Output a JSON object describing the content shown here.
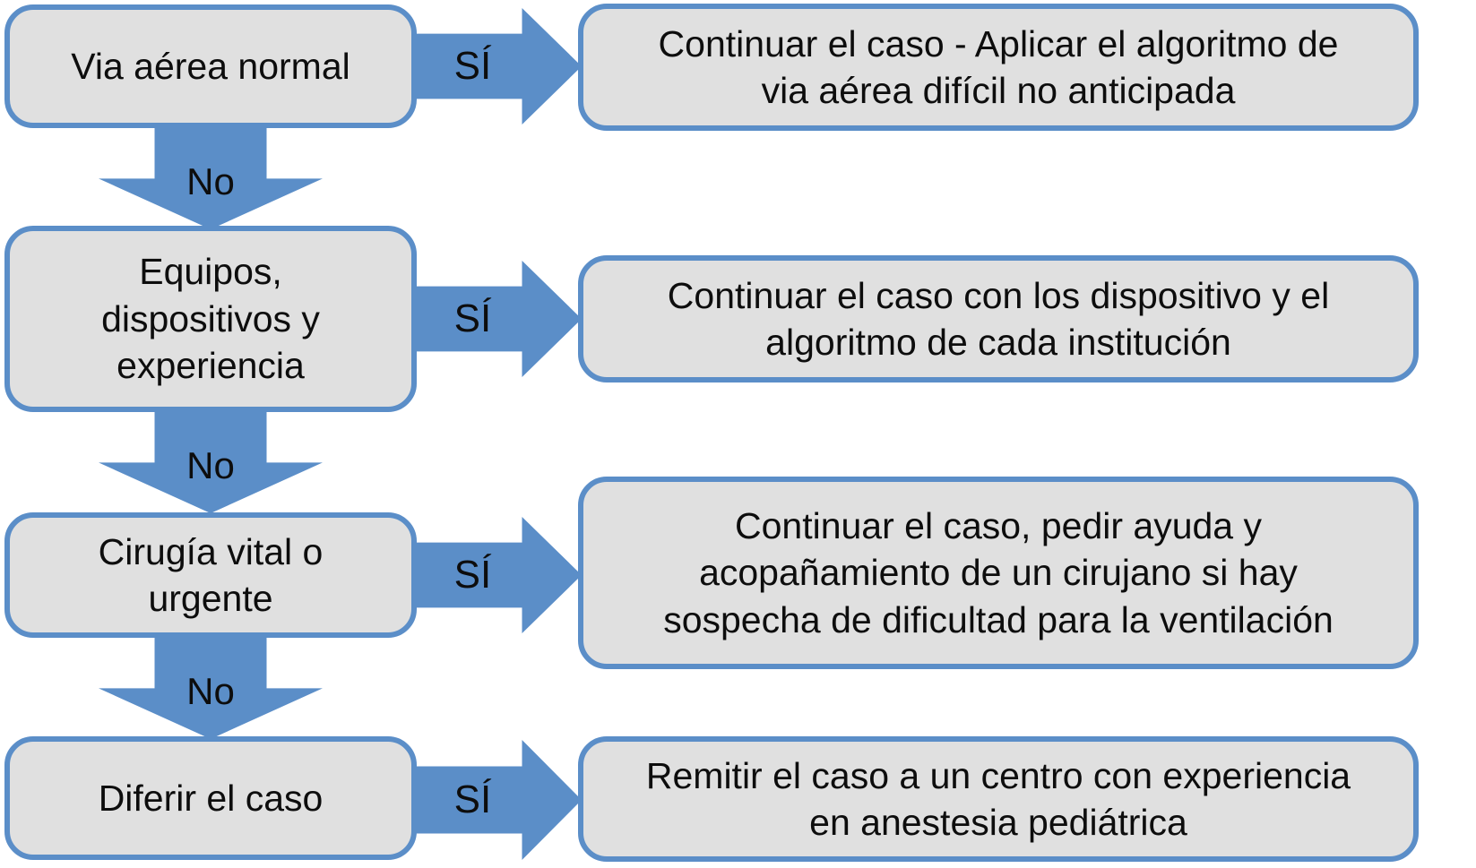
{
  "diagram": {
    "colors": {
      "arrow_blue": "#5b8ec8",
      "box_border": "#5b8ec8",
      "box_fill": "#e0e0e0",
      "text": "#0d0d0d"
    },
    "rows": [
      {
        "condition_lines": [
          "Via aérea normal"
        ],
        "yes_label": "SÍ",
        "no_label": "No",
        "outcome_lines": [
          "Continuar el caso - Aplicar el algoritmo de",
          "via aérea difícil no anticipada"
        ]
      },
      {
        "condition_lines": [
          "Equipos,",
          "dispositivos y",
          "experiencia"
        ],
        "yes_label": "SÍ",
        "no_label": "No",
        "outcome_lines": [
          "Continuar el caso con los dispositivo y el",
          "algoritmo de cada institución"
        ]
      },
      {
        "condition_lines": [
          "Cirugía vital o",
          "urgente"
        ],
        "yes_label": "SÍ",
        "no_label": "No",
        "outcome_lines": [
          "Continuar el caso, pedir ayuda y",
          "acopañamiento de un cirujano si hay",
          "sospecha de dificultad para la ventilación"
        ]
      },
      {
        "condition_lines": [
          "Diferir el caso"
        ],
        "yes_label": "SÍ",
        "outcome_lines": [
          "Remitir el caso a un centro con experiencia",
          "en anestesia pediátrica"
        ]
      }
    ]
  }
}
